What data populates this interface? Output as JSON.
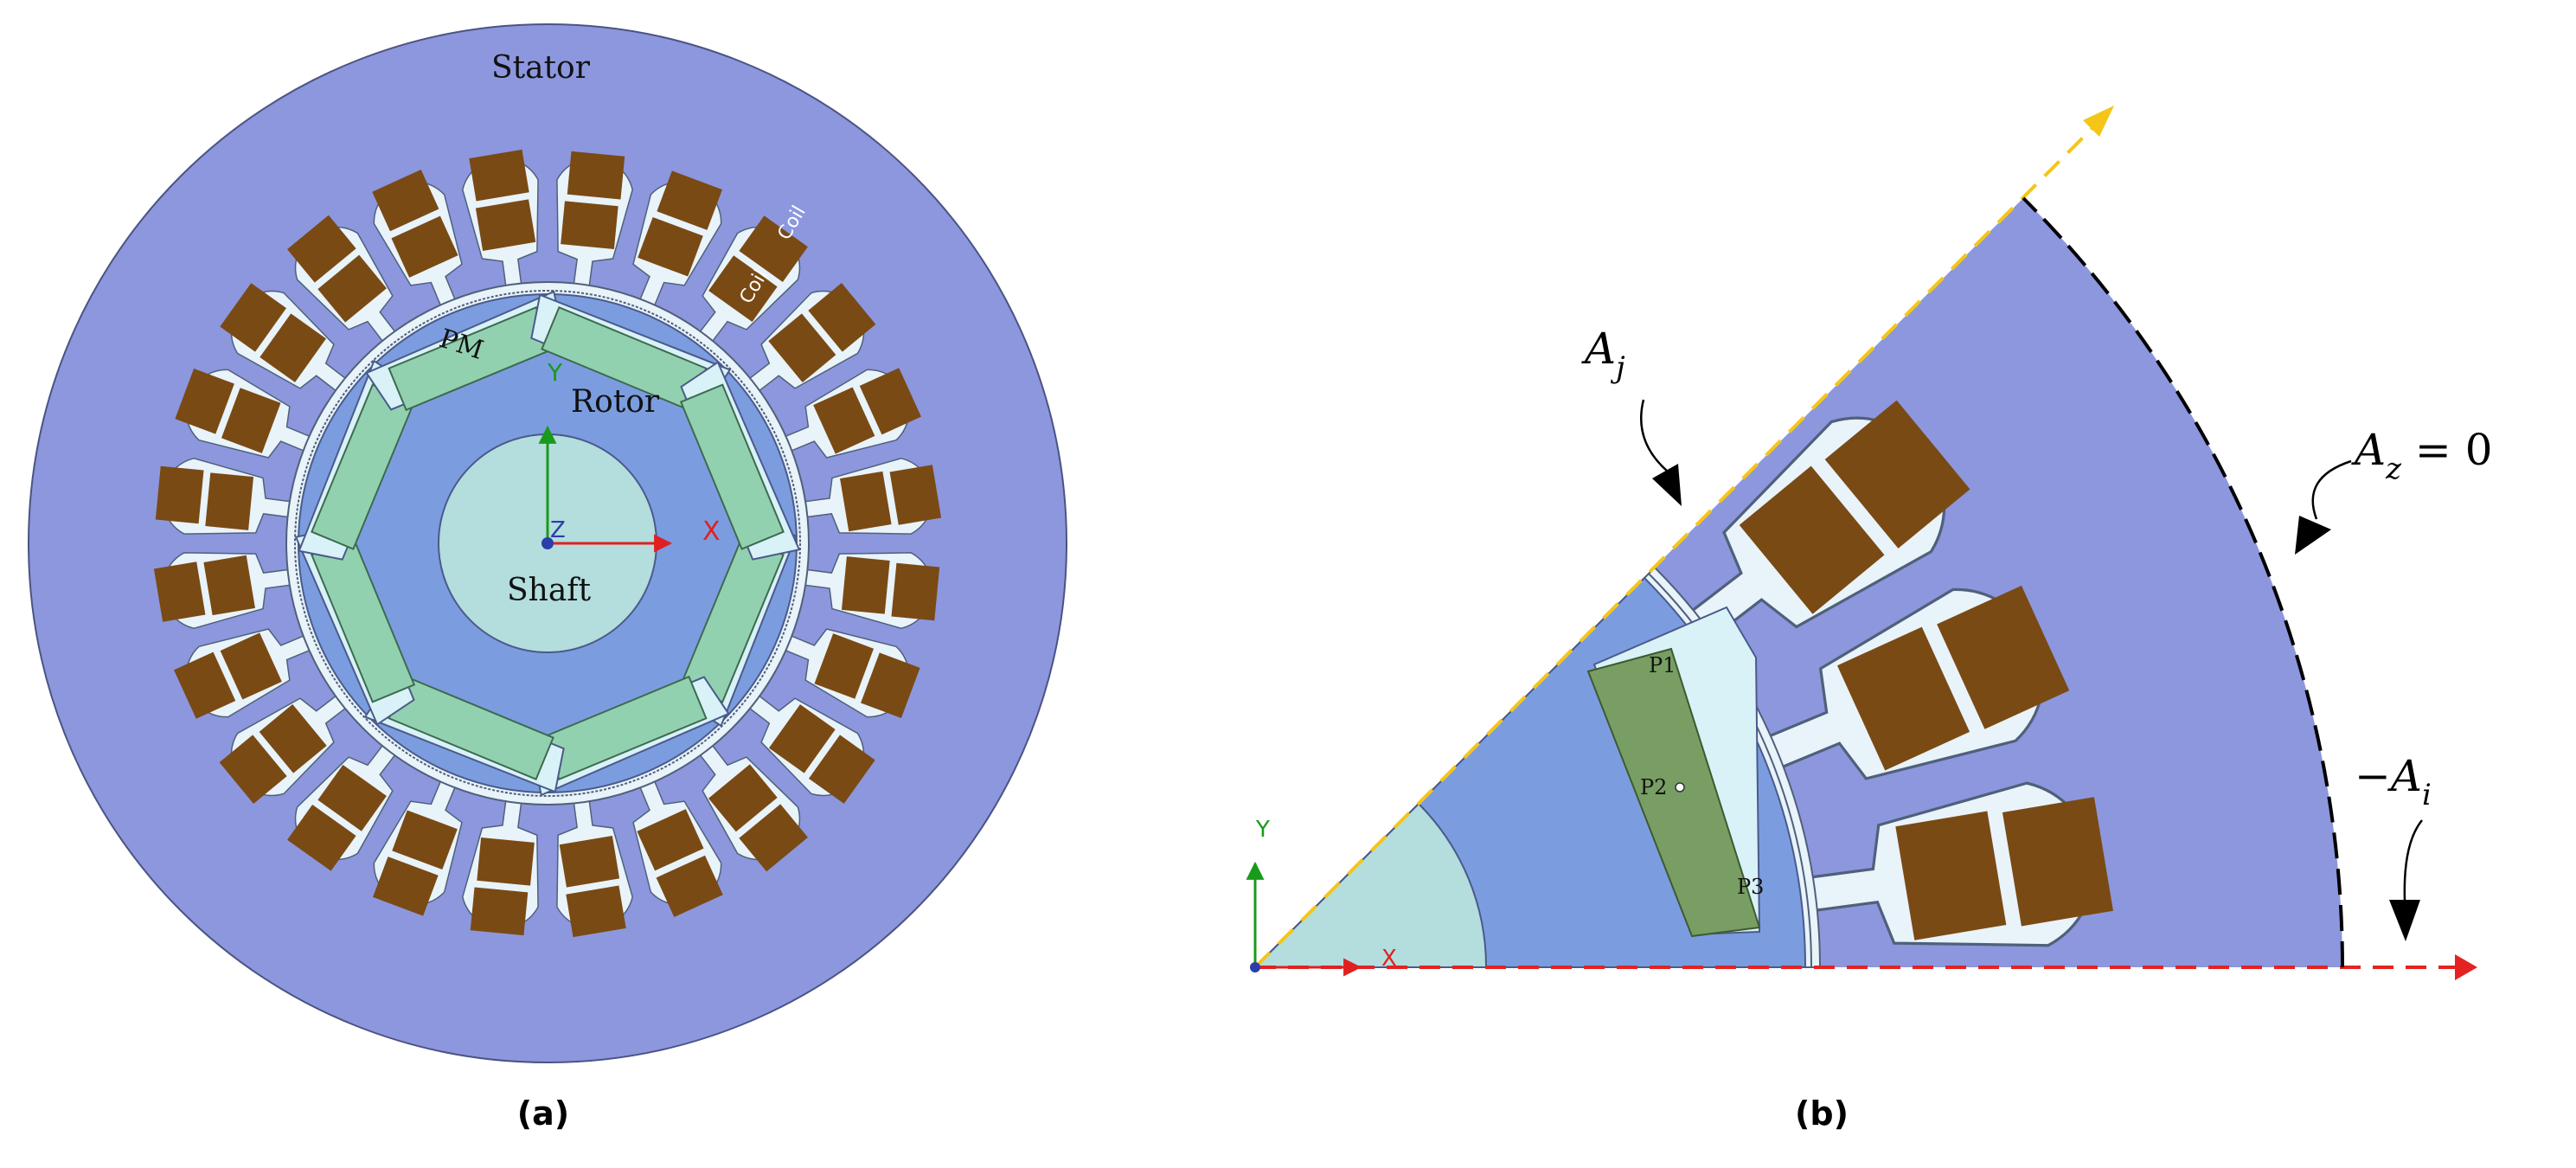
{
  "colors": {
    "stator": "#8c97de",
    "rotor": "#7b9de0",
    "shaft": "#b4dddd",
    "slot": "#e8f3fa",
    "coil": "#7a4a14",
    "pm_a": "#92d1b0",
    "pm_b": "#789e64",
    "yaxis": "#1a9a1a",
    "xaxis": "#e02020",
    "boundary_yellow": "#f5c518",
    "boundary_red": "#e42222"
  },
  "panel_a": {
    "labels": {
      "stator": "Stator",
      "rotor": "Rotor",
      "shaft": "Shaft",
      "pm": "PM",
      "coil_1": "Coil",
      "coil_2": "Coil",
      "axis_x": "X",
      "axis_y": "Y",
      "axis_z": "Z"
    },
    "caption": "(a)"
  },
  "panel_b": {
    "labels": {
      "p1": "P1",
      "p2": "P2",
      "p3": "P3",
      "axis_x": "X",
      "axis_y": "Y"
    },
    "annotations": {
      "aj_main": "A",
      "aj_sub": "j",
      "az_main": "A",
      "az_sub": "z",
      "az_rest": " = 0",
      "ai_minus": "−",
      "ai_main": "A",
      "ai_sub": "i"
    },
    "caption": "(b)"
  }
}
